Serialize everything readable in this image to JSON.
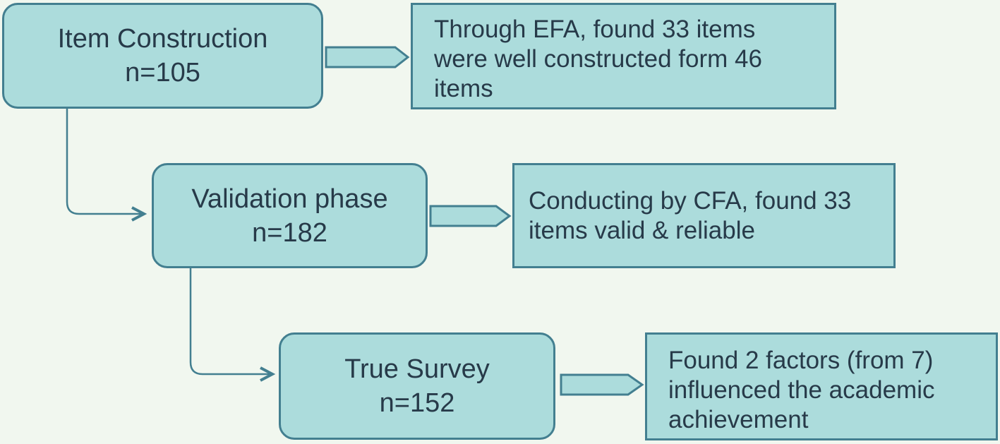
{
  "stages": [
    {
      "title": "Item Construction",
      "n": "n=105"
    },
    {
      "title": "Validation phase",
      "n": "n=182"
    },
    {
      "title": "True Survey",
      "n": "n=152"
    }
  ],
  "results": [
    "Through EFA, found 33 items\nwere well constructed form 46\nitems",
    "Conducting by CFA, found 33\nitems valid & reliable",
    "Found 2 factors (from 7)\ninfluenced the academic\nachievement"
  ],
  "colors": {
    "background": "#f1f7ef",
    "box_fill": "#acdcdc",
    "box_border": "#437f90",
    "text": "#273a49",
    "connector": "#437f90"
  }
}
